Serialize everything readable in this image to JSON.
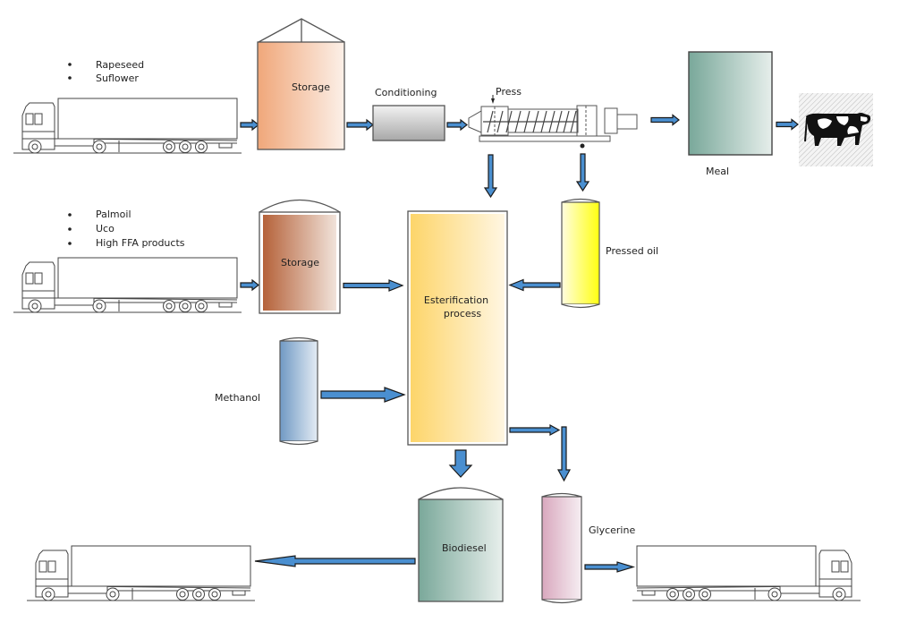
{
  "diagram": {
    "title": "Biodiesel production process flow",
    "feedstock_group_1": {
      "items": [
        "Rapeseed",
        "Suflower"
      ]
    },
    "feedstock_group_2": {
      "items": [
        "Palmoil",
        "Uco",
        "High FFA products"
      ]
    },
    "nodes": {
      "storage_seeds": "Storage",
      "conditioning": "Conditioning",
      "press": "Press",
      "meal": "Meal",
      "storage_oils": "Storage",
      "esterification_line1": "Esterification",
      "esterification_line2": "process",
      "pressed_oil": "Pressed oil",
      "methanol": "Methanol",
      "biodiesel": "Biodiesel",
      "glycerine": "Glycerine"
    },
    "icons": {
      "truck": "truck-icon",
      "cow": "cow-icon",
      "press_machine": "screw-press-icon",
      "silo": "silo-icon",
      "tank": "tank-icon"
    },
    "colors": {
      "arrow_fill": "#4a8fd0",
      "storage_seeds": "#f0a77a",
      "storage_oils": "#b5623a",
      "conditioning": "#b8b8b8",
      "meal": "#79a89a",
      "esterification": "#fdd56a",
      "pressed_oil": "#ffff20",
      "methanol": "#7099c4",
      "biodiesel": "#7aa89a",
      "glycerine": "#d9a8be"
    },
    "flows": [
      {
        "from": "Truck (Rapeseed, Suflower)",
        "to": "Storage"
      },
      {
        "from": "Storage",
        "to": "Conditioning"
      },
      {
        "from": "Conditioning",
        "to": "Press"
      },
      {
        "from": "Press",
        "to": "Meal"
      },
      {
        "from": "Meal",
        "to": "Cattle"
      },
      {
        "from": "Press",
        "to": "Esterification process"
      },
      {
        "from": "Press",
        "to": "Pressed oil"
      },
      {
        "from": "Pressed oil",
        "to": "Esterification process"
      },
      {
        "from": "Truck (Palmoil, Uco, High FFA products)",
        "to": "Storage"
      },
      {
        "from": "Storage",
        "to": "Esterification process"
      },
      {
        "from": "Methanol",
        "to": "Esterification process"
      },
      {
        "from": "Esterification process",
        "to": "Biodiesel"
      },
      {
        "from": "Esterification process",
        "to": "Glycerine"
      },
      {
        "from": "Biodiesel",
        "to": "Truck"
      },
      {
        "from": "Glycerine",
        "to": "Truck"
      }
    ]
  }
}
